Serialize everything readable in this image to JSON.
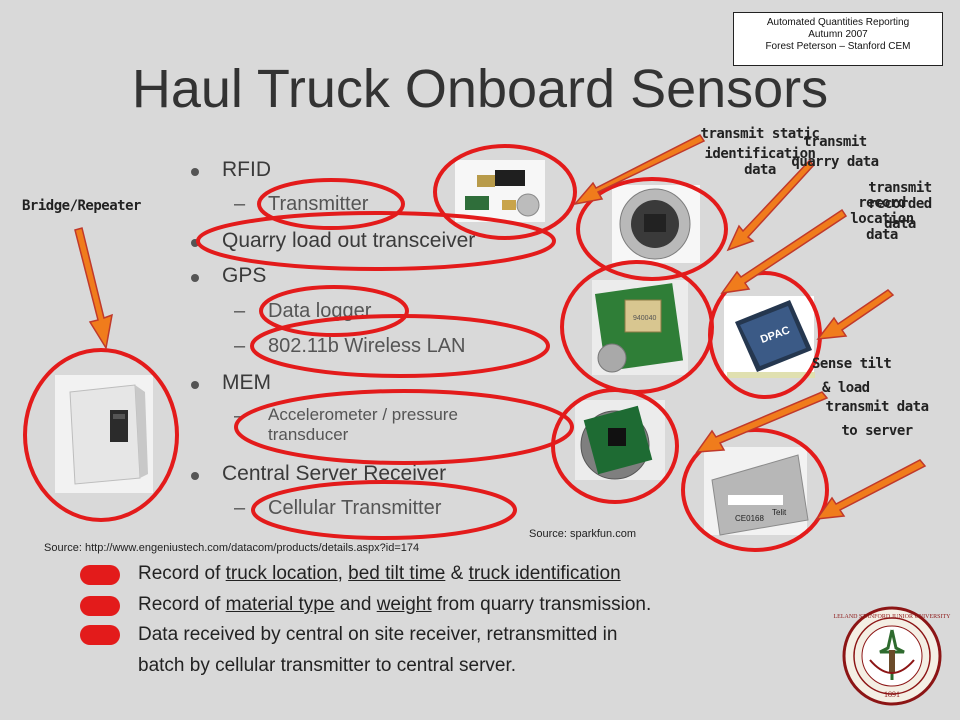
{
  "title": "Haul Truck Onboard Sensors",
  "info_box": [
    "Automated Quantities Reporting",
    "Autumn 2007",
    "Forest Peterson – Stanford CEM"
  ],
  "bullets": {
    "rfid": "RFID",
    "rfid_sub": "Transmitter",
    "quarry": "Quarry load out transceiver",
    "gps": "GPS",
    "gps_sub1": "Data logger",
    "gps_sub2": "802.11b Wireless LAN",
    "mem": "MEM",
    "mem_sub_line1": "Accelerometer / pressure",
    "mem_sub_line2": "transducer",
    "server": "Central Server Receiver",
    "server_sub": "Cellular Transmitter",
    "dash": "–"
  },
  "callouts": {
    "bridge": "Bridge/Repeater",
    "transmit_static_1": "transmit static",
    "transmit_static_2": "identification data",
    "transmit_quarry_1": "transmit",
    "transmit_quarry_2": "quarry data",
    "record_location_1": "record",
    "record_location_2": "location data",
    "transmit_recorded_1": "transmit",
    "transmit_recorded_2": "recorded",
    "transmit_recorded_3": "data",
    "sense_tilt_1": "Sense tilt",
    "sense_tilt_2": "& load",
    "transmit_server_1": "transmit data",
    "transmit_server_2": "to server"
  },
  "sources": {
    "left": "Source: http://www.engeniustech.com/datacom/products/details.aspx?id=174",
    "right": "Source: sparkfun.com"
  },
  "legend": {
    "line1": {
      "a": "Record of ",
      "u1": "truck location",
      "b": ", ",
      "u2": "bed tilt time",
      "c": " & ",
      "u3": "truck identification"
    },
    "line2": {
      "a": "Record of ",
      "u1": "material type",
      "b": " and ",
      "u2": "weight",
      "c": " from quarry transmission."
    },
    "line3a": "Data received by central on site receiver, retransmitted in",
    "line3b": "batch by cellular transmitter to central server."
  },
  "device_labels": {
    "dpac": "DPAC",
    "telit": "Telit",
    "ce": "CE0168"
  },
  "seal": {
    "top_text": "LELAND STANFORD JUNIOR UNIVERSITY",
    "year": "1891"
  },
  "colors": {
    "background": "#d9d9d9",
    "red_ellipse": "#e31b1b",
    "arrow_fill": "#f07c1c",
    "arrow_stroke": "#c0392b",
    "seal_red": "#8c1515"
  }
}
